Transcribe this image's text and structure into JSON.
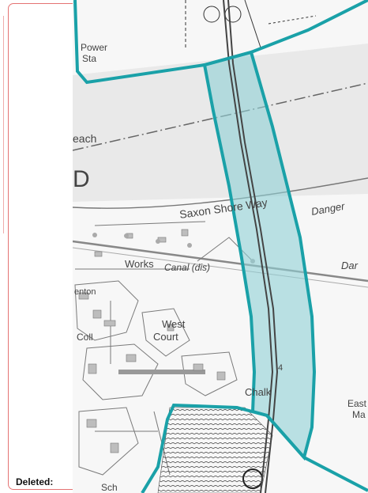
{
  "annotation": {
    "deleted_label": "Deleted:"
  },
  "map": {
    "labels": {
      "power": "Power",
      "sta": "Sta",
      "each": "each",
      "d_letter": "D",
      "saxon_shore_way": "Saxon Shore Way",
      "danger": "Danger",
      "dar": "Dar",
      "works": "Works",
      "canal": "Canal (dis)",
      "enton": "enton",
      "west": "West",
      "court": "Court",
      "coll": "Coll",
      "four": "4",
      "chalk": "Chalk",
      "east": "East",
      "ma": "Ma",
      "sch": "Sch"
    },
    "colors": {
      "corridor_fill": "#8fd0d6",
      "corridor_stroke": "#1aa1a8",
      "river": "#ececec",
      "roads": "#8a8a8a"
    }
  }
}
